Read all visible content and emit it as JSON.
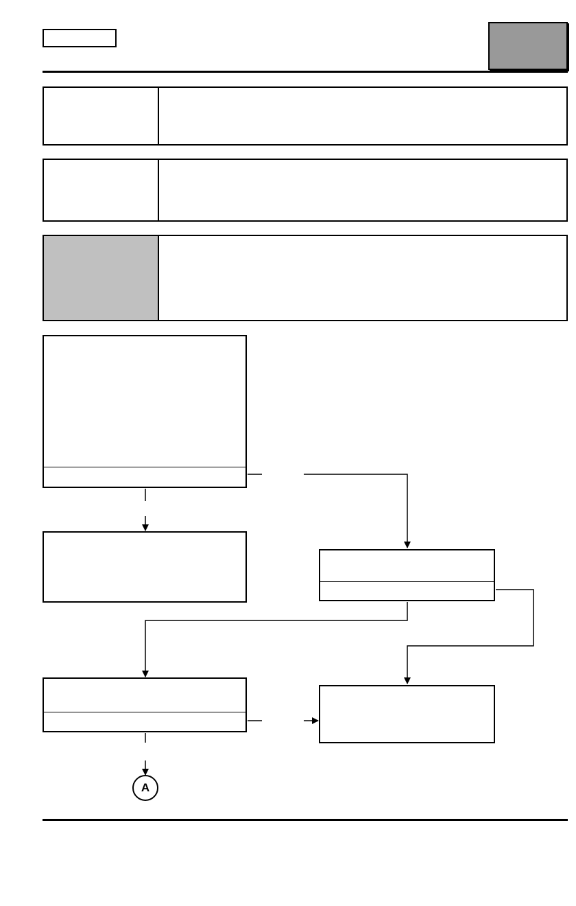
{
  "header": {
    "tag_label": "",
    "section_block_label": ""
  },
  "info_rows": [
    {
      "label": "",
      "text": ""
    },
    {
      "label": "",
      "text": ""
    },
    {
      "label": "",
      "text": ""
    }
  ],
  "flowchart": {
    "nodes": [
      {
        "id": "step-1",
        "text": "",
        "result": ""
      },
      {
        "id": "step-2",
        "text": ""
      },
      {
        "id": "step-3",
        "text": "",
        "result": ""
      },
      {
        "id": "step-4",
        "text": "",
        "result": ""
      },
      {
        "id": "step-5",
        "text": ""
      }
    ],
    "edge_labels": {
      "step1_no": "",
      "step4_no": ""
    },
    "connector": {
      "label": "A"
    }
  },
  "colors": {
    "header_block": "#999999",
    "shaded_label": "#c0c0c0",
    "line": "#000000"
  }
}
